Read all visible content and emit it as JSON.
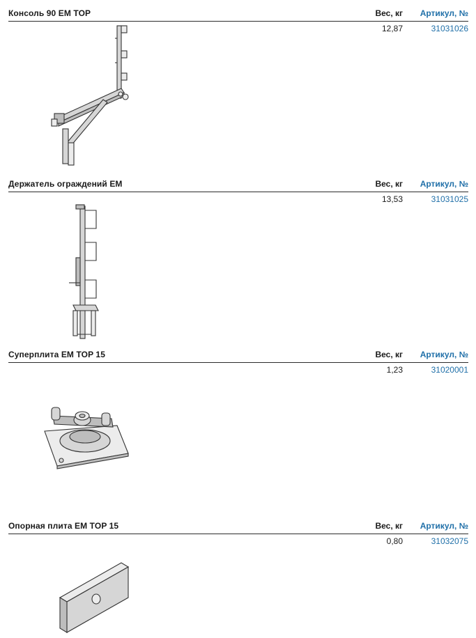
{
  "columns": {
    "weight": "Вес, кг",
    "article": "Артикул, №"
  },
  "products": [
    {
      "name": "Консоль 90 EM TOP",
      "weight": "12,87",
      "article": "31031026",
      "icon": "console-bracket-icon"
    },
    {
      "name": "Держатель ограждений EM",
      "weight": "13,53",
      "article": "31031025",
      "icon": "railing-holder-icon"
    },
    {
      "name": "Суперплита EM TOP 15",
      "weight": "1,23",
      "article": "31020001",
      "icon": "superplate-icon"
    },
    {
      "name": "Опорная плита EM TOP 15",
      "weight": "0,80",
      "article": "31032075",
      "icon": "support-plate-icon"
    }
  ],
  "colors": {
    "article_blue": "#1f6fa8",
    "rule": "#2b2b2b"
  }
}
